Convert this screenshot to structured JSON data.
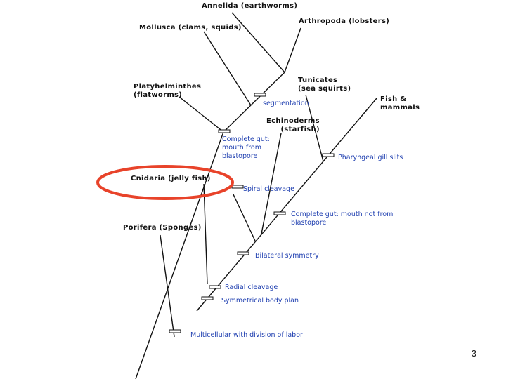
{
  "colors": {
    "line": "#111111",
    "taxon_text": "#111111",
    "trait_text": "#1f3fb0",
    "highlight": "#e8432a"
  },
  "taxa": {
    "annelida": "Annelida (earthworms)",
    "mollusca": "Mollusca (clams, squids)",
    "arthropoda": "Arthropoda (lobsters)",
    "platyhelminthes": "Platyhelminthes\n(flatworms)",
    "tunicates": "Tunicates\n(sea squirts)",
    "fish_mammals": "Fish &\nmammals",
    "echinoderms": "Echinoderms\n(starfish)",
    "cnidaria": "Cnidaria (jelly fish)",
    "porifera": "Porifera (Sponges)"
  },
  "traits": {
    "segmentation": "segmentation",
    "complete_gut_blastopore": "Complete gut:\nmouth from\nblastopore",
    "pharyngeal_gill_slits": "Pharyngeal gill slits",
    "spiral_cleavage": "Spiral cleavage",
    "complete_gut_not_blastopore": "Complete gut: mouth not from\nblastopore",
    "bilateral_symmetry": "Bilateral symmetry",
    "radial_cleavage": "Radial cleavage",
    "symmetrical_body_plan": "Symmetrical body plan",
    "multicellular": "Multicellular with division of labor"
  },
  "highlighted_taxon": "cnidaria",
  "page_number": "3"
}
